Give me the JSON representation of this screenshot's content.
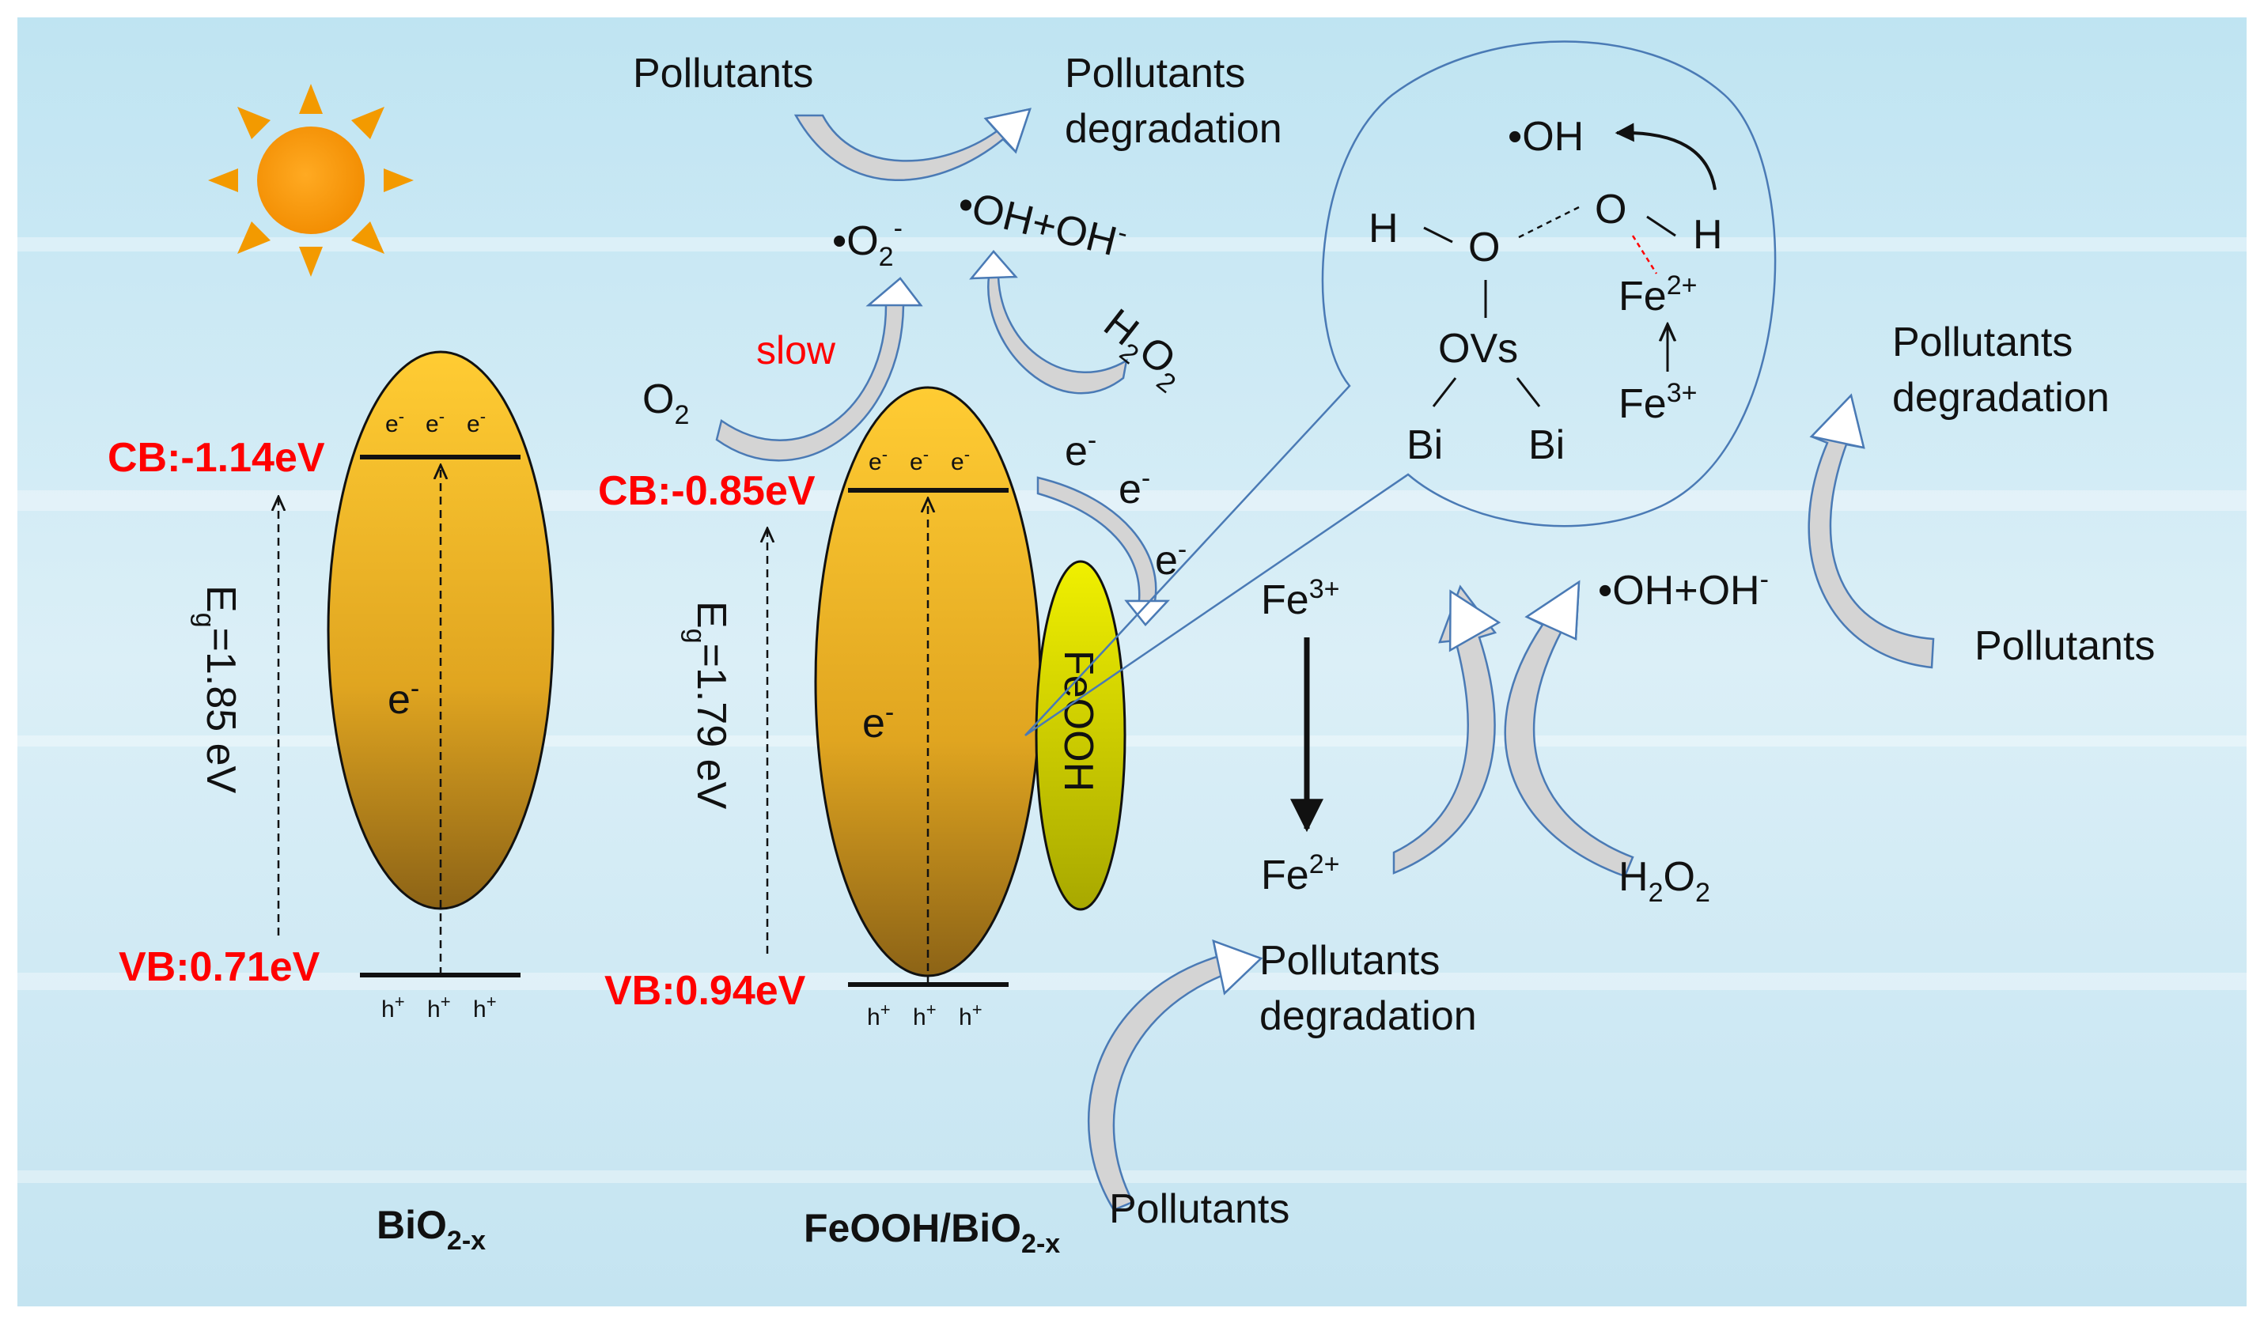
{
  "left": {
    "cb": "CB:-1.14eV",
    "vb": "VB:0.71eV",
    "eg_E": "E",
    "eg_sub": "g",
    "eg_val": "=1.85 eV",
    "electron_mid": "e",
    "title_main": "BiO",
    "title_sub": "2-x"
  },
  "right": {
    "cb": "CB:-0.85eV",
    "vb": "VB:0.94eV",
    "eg_E": "E",
    "eg_sub": "g",
    "eg_val": "=1.79 eV",
    "electron_mid": "e",
    "title_main": "FeOOH/BiO",
    "title_sub": "2-x",
    "feooh": "FeOOH"
  },
  "band_marks": {
    "e": "e",
    "h": "h",
    "minus": "-",
    "plus": "+"
  },
  "top": {
    "pollutants": "Pollutants",
    "deg_line1": "Pollutants",
    "deg_line2": "degradation",
    "o2_radical": "•O",
    "o2_sub": "2",
    "o2_sup": "-",
    "oh_radical": "•OH+OH",
    "oh_sup": "-",
    "slow": "slow",
    "o2_main": "O",
    "o2_main_sub": "2",
    "h2o2_H": "H",
    "h2o2_2a": "2",
    "h2o2_O": "O",
    "h2o2_2b": "2"
  },
  "transfer": {
    "e1": "e",
    "e2": "e",
    "e3": "e",
    "minus": "-"
  },
  "bubble": {
    "oh": "•OH",
    "h_left": "H",
    "o_left": "O",
    "o_right": "O",
    "h_right": "H",
    "fe2": "Fe",
    "fe2_sup": "2+",
    "ovs": "OVs",
    "fe3": "Fe",
    "fe3_sup": "3+",
    "bi_left": "Bi",
    "bi_right": "Bi"
  },
  "cycle": {
    "fe3": "Fe",
    "fe3_sup": "3+",
    "fe2": "Fe",
    "fe2_sup": "2+",
    "oh": "•OH+OH",
    "oh_sup": "-",
    "h2o2_H": "H",
    "h2o2_2a": "2",
    "h2o2_O": "O",
    "h2o2_2b": "2"
  },
  "right_side": {
    "deg_line1": "Pollutants",
    "deg_line2": "degradation",
    "pollutants": "Pollutants"
  },
  "bottom": {
    "deg_line1": "Pollutants",
    "deg_line2": "degradation",
    "pollutants": "Pollutants"
  },
  "colors": {
    "band_light": "#ffcc33",
    "band_mid": "#e0a520",
    "band_dark": "#8c6316",
    "feooh_light": "#f0f000",
    "feooh_dark": "#a8a800",
    "sun": "#ff9900",
    "label_red": "#ff0000",
    "arrow_outline": "#4a7ab5",
    "bubble_outline": "#4a7ab5"
  }
}
